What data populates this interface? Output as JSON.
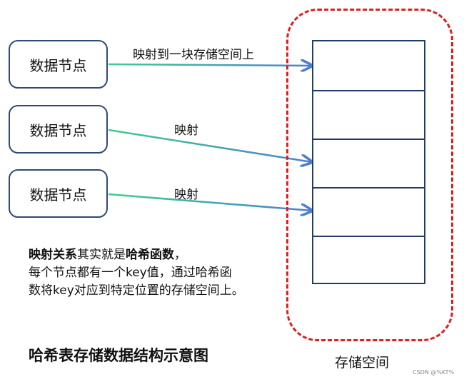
{
  "nodes": [
    {
      "label": "数据节点"
    },
    {
      "label": "数据节点"
    },
    {
      "label": "数据节点"
    }
  ],
  "edges": [
    {
      "label": "映射到一块存储空间上",
      "from": "node-1",
      "to_slot": 1
    },
    {
      "label": "映射",
      "from": "node-2",
      "to_slot": 3
    },
    {
      "label": "映射",
      "from": "node-3",
      "to_slot": 4
    }
  ],
  "storage": {
    "slot_count": 5,
    "label": "存储空间"
  },
  "explanation": {
    "line1_bold_a": "映射关系",
    "line1_text_a": "其实就是",
    "line1_bold_b": "哈希函数",
    "line1_text_b": "，",
    "line2": "每个节点都有一个key值，通过哈希函",
    "line3": "数将key对应到特定位置的存储空间上。"
  },
  "caption": "哈希表存储数据结构示意图",
  "watermark": "CSDN @%KT%",
  "colors": {
    "node_border": "#2f4a73",
    "storage_border": "#1f3a6b",
    "frame_dashed": "#e01e1e",
    "arrow_start": "#3ccf8e",
    "arrow_end": "#4a7fd0"
  }
}
